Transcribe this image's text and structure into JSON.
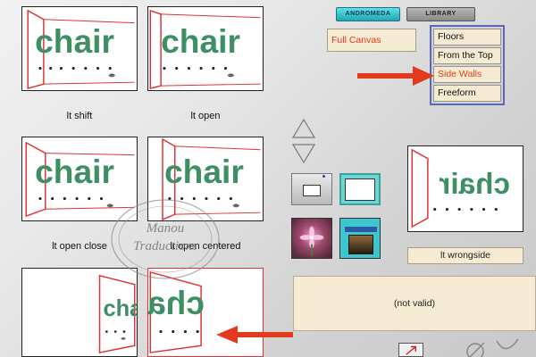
{
  "tabs": [
    {
      "label": "ANDROMEDA",
      "active": true
    },
    {
      "label": "LIBRARY",
      "active": false
    }
  ],
  "canvas_field": {
    "value": "Full Canvas"
  },
  "options": [
    {
      "label": "Floors",
      "active": false
    },
    {
      "label": "From the Top",
      "active": false
    },
    {
      "label": "Side Walls",
      "active": true
    },
    {
      "label": "Freeform",
      "active": false
    }
  ],
  "presets": [
    {
      "caption": "lt shift"
    },
    {
      "caption": "lt open"
    },
    {
      "caption": "lt open close"
    },
    {
      "caption": "lt open centered"
    },
    {
      "caption": ""
    },
    {
      "caption": ""
    }
  ],
  "preview_word": "chair",
  "right_preview": {
    "caption": "lt wrongside"
  },
  "status_panel": {
    "text": "(not valid)"
  },
  "watermark": {
    "line1": "Manou",
    "line2": "Traductions"
  },
  "colors": {
    "accent_red": "#e23a1c",
    "list_border": "#5c67b8",
    "field_bg": "#f5ead2",
    "word_green": "#3f8f65"
  }
}
